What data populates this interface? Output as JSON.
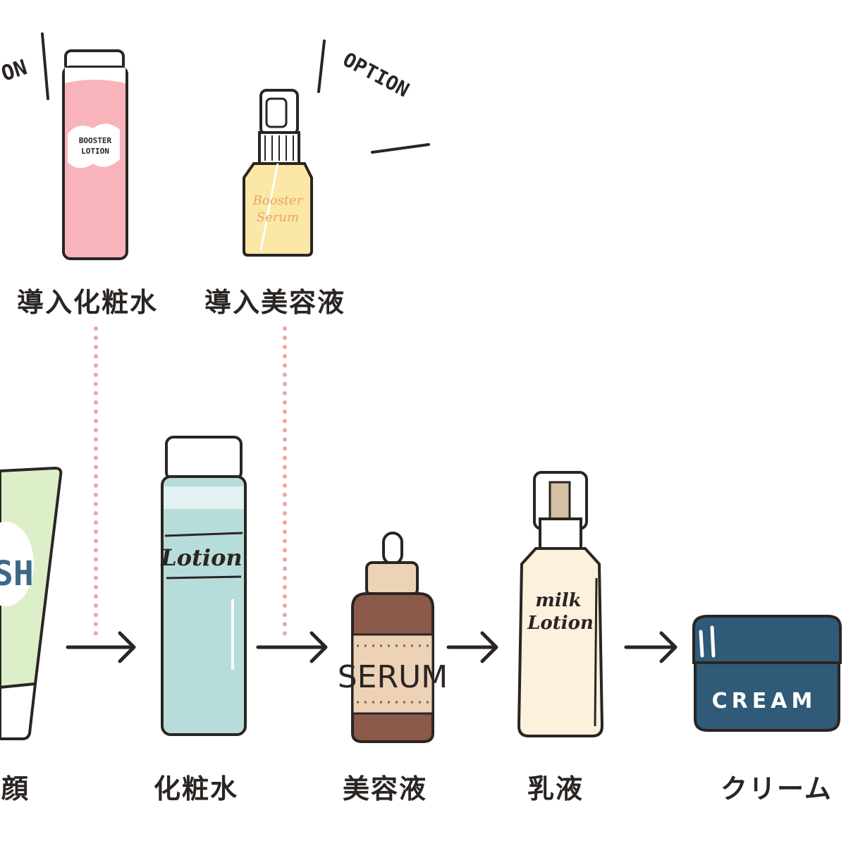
{
  "optional_steps": [
    {
      "label": "導入化粧水",
      "product_text": [
        "BOOSTER",
        "LOTION"
      ],
      "tag": "ON"
    },
    {
      "label": "導入美容液",
      "product_text": [
        "Booster",
        "Serum"
      ],
      "tag": "OPTION"
    }
  ],
  "steps": [
    {
      "label": "洗顔",
      "product_text": "SH"
    },
    {
      "label": "化粧水",
      "product_text": "Lotion"
    },
    {
      "label": "美容液",
      "product_text": "SERUM"
    },
    {
      "label": "乳液",
      "product_text": [
        "milk",
        "Lotion"
      ]
    },
    {
      "label": "クリーム",
      "product_text": "CREAM"
    }
  ],
  "colors": {
    "booster_lotion": "#f9b4bb",
    "booster_serum": "#fbe7a6",
    "wash": "#dcefc8",
    "lotion": "#b7dddb",
    "serum": "#8b5a4a",
    "serum_label": "#ecd2b7",
    "milk": "#fbf1dd",
    "cream": "#2f5a78",
    "dotted_line": "#f2a3a3",
    "ink": "#2a2522"
  }
}
